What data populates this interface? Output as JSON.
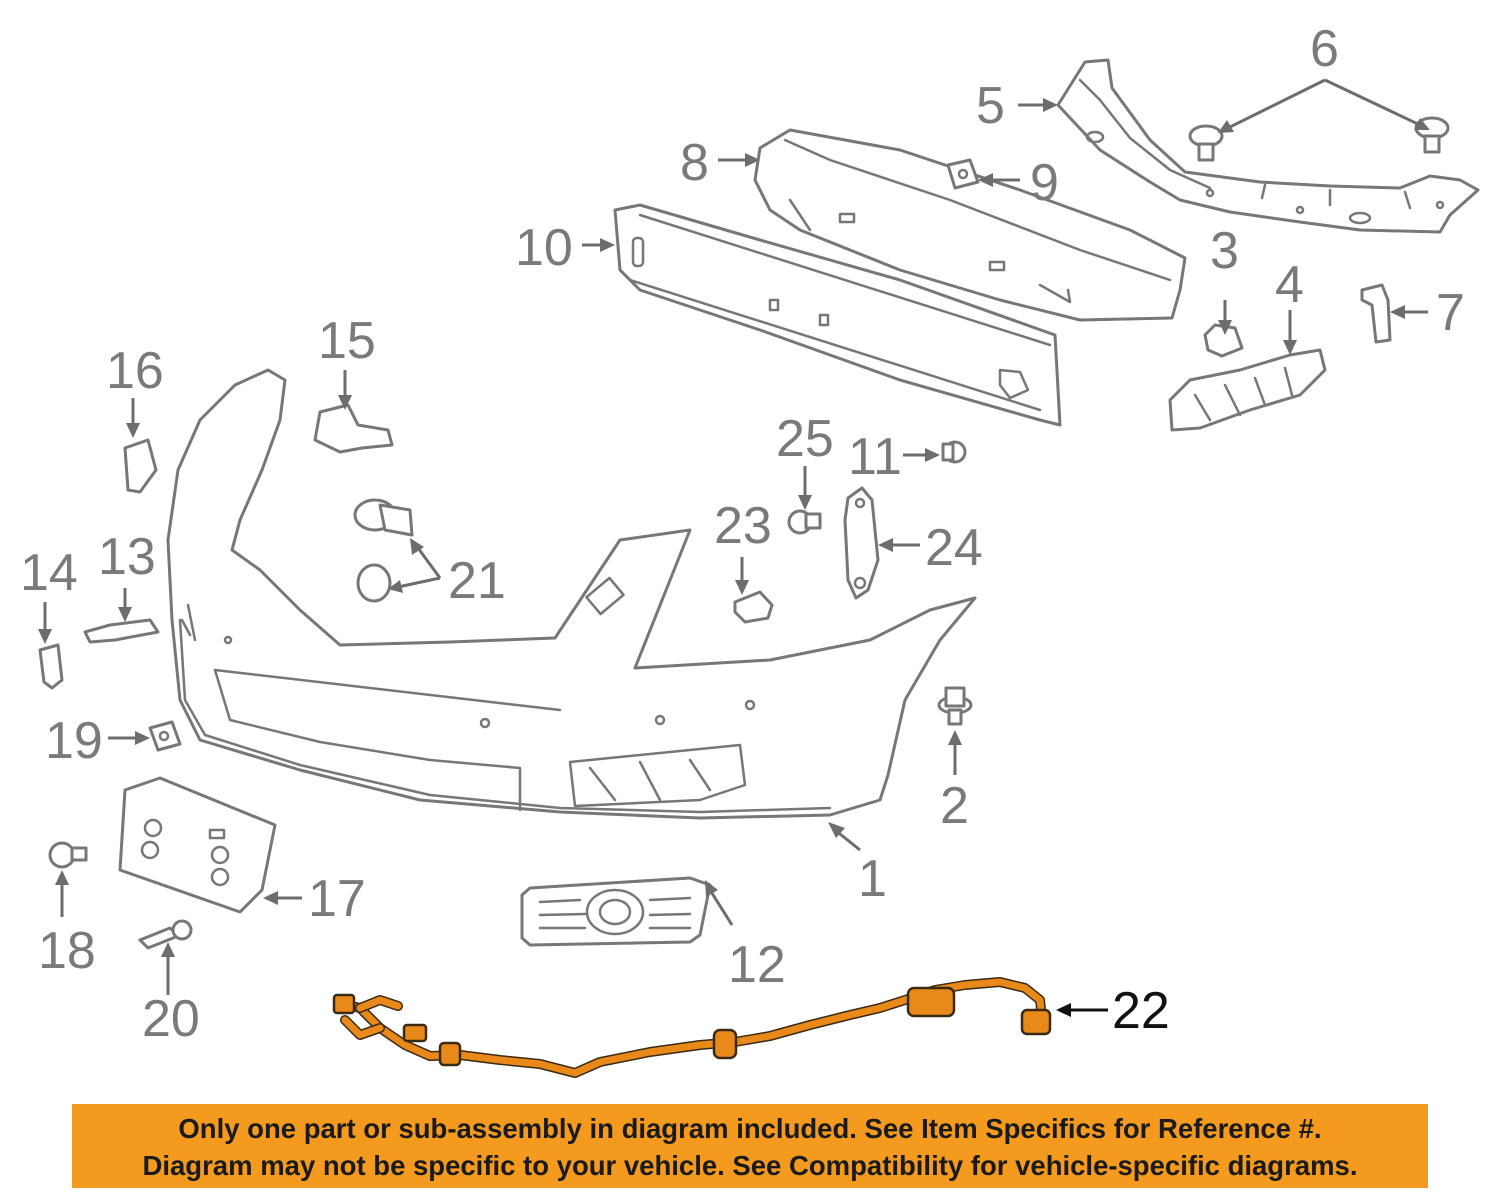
{
  "callouts": [
    "1",
    "2",
    "3",
    "4",
    "5",
    "6",
    "7",
    "8",
    "9",
    "10",
    "11",
    "12",
    "13",
    "14",
    "15",
    "16",
    "17",
    "18",
    "19",
    "20",
    "21",
    "22",
    "23",
    "24",
    "25"
  ],
  "highlighted_callout": "22",
  "colors": {
    "highlight": "#e8891a",
    "banner": "#f39a1f",
    "line_art": "#777777"
  },
  "banner": {
    "line1": "Only one part or sub-assembly in diagram included. See Item Specifics for Reference #.",
    "line2": "Diagram may not be specific to your vehicle. See Compatibility for vehicle-specific diagrams."
  }
}
